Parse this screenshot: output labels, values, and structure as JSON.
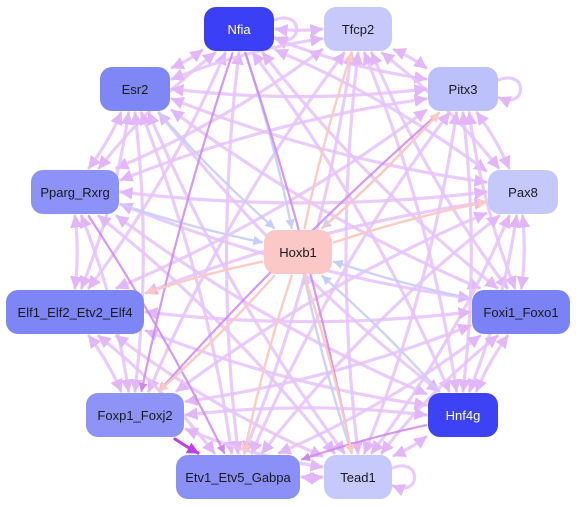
{
  "diagram": {
    "nodes": [
      {
        "id": "Nfia",
        "label": "Nfia",
        "color": "#3b3ff5",
        "light_text": true
      },
      {
        "id": "Tfcp2",
        "label": "Tfcp2",
        "color": "#c7c9fb",
        "light_text": false
      },
      {
        "id": "Esr2",
        "label": "Esr2",
        "color": "#7f86f6",
        "light_text": false
      },
      {
        "id": "Pitx3",
        "label": "Pitx3",
        "color": "#bcc0fb",
        "light_text": false
      },
      {
        "id": "Pparg_Rxrg",
        "label": "Pparg_Rxrg",
        "color": "#8c92f7",
        "light_text": false
      },
      {
        "id": "Pax8",
        "label": "Pax8",
        "color": "#c5c8fb",
        "light_text": false
      },
      {
        "id": "Hoxb1",
        "label": "Hoxb1",
        "color": "#fbc7c7",
        "light_text": false
      },
      {
        "id": "Elf1_Elf2_Etv2_Elf4",
        "label": "Elf1_Elf2_Etv2_Elf4",
        "color": "#7e85f6",
        "light_text": false
      },
      {
        "id": "Foxi1_Foxo1",
        "label": "Foxi1_Foxo1",
        "color": "#7a82f6",
        "light_text": false
      },
      {
        "id": "Foxp1_Foxj2",
        "label": "Foxp1_Foxj2",
        "color": "#8d93f7",
        "light_text": false
      },
      {
        "id": "Hnf4g",
        "label": "Hnf4g",
        "color": "#3d42f4",
        "light_text": true
      },
      {
        "id": "Etv1_Etv5_Gabpa",
        "label": "Etv1_Etv5_Gabpa",
        "color": "#8a90f7",
        "light_text": false
      },
      {
        "id": "Tead1",
        "label": "Tead1",
        "color": "#c6c9fb",
        "light_text": false
      }
    ],
    "edge_colors": {
      "activation": "#e6c3fb",
      "strong": "#cf86f2",
      "repression": "#c9cdf9",
      "hoxb1_target": "#fdc8c0",
      "highlight": "#c03ee8"
    },
    "edges": [
      {
        "from": "Nfia",
        "to": "Nfia",
        "type": "activation",
        "self_loop": true
      },
      {
        "from": "Pitx3",
        "to": "Pitx3",
        "type": "activation",
        "self_loop": true
      },
      {
        "from": "Tead1",
        "to": "Tead1",
        "type": "activation",
        "self_loop": true
      },
      {
        "from": "Nfia",
        "to": "Tfcp2",
        "type": "activation"
      },
      {
        "from": "Nfia",
        "to": "Esr2",
        "type": "activation"
      },
      {
        "from": "Nfia",
        "to": "Pitx3",
        "type": "activation"
      },
      {
        "from": "Nfia",
        "to": "Pax8",
        "type": "activation"
      },
      {
        "from": "Nfia",
        "to": "Foxp1_Foxj2",
        "type": "strong"
      },
      {
        "from": "Nfia",
        "to": "Etv1_Etv5_Gabpa",
        "type": "activation"
      },
      {
        "from": "Nfia",
        "to": "Tead1",
        "type": "strong"
      },
      {
        "from": "Nfia",
        "to": "Hnf4g",
        "type": "activation"
      },
      {
        "from": "Nfia",
        "to": "Foxi1_Foxo1",
        "type": "activation"
      },
      {
        "from": "Nfia",
        "to": "Elf1_Elf2_Etv2_Elf4",
        "type": "activation"
      },
      {
        "from": "Nfia",
        "to": "Pparg_Rxrg",
        "type": "activation"
      },
      {
        "from": "Tfcp2",
        "to": "Pitx3",
        "type": "activation"
      },
      {
        "from": "Tfcp2",
        "to": "Esr2",
        "type": "activation"
      },
      {
        "from": "Tfcp2",
        "to": "Pparg_Rxrg",
        "type": "activation"
      },
      {
        "from": "Tfcp2",
        "to": "Foxp1_Foxj2",
        "type": "activation"
      },
      {
        "from": "Tfcp2",
        "to": "Etv1_Etv5_Gabpa",
        "type": "activation"
      },
      {
        "from": "Tfcp2",
        "to": "Tead1",
        "type": "activation"
      },
      {
        "from": "Tfcp2",
        "to": "Hnf4g",
        "type": "activation"
      },
      {
        "from": "Tfcp2",
        "to": "Foxi1_Foxo1",
        "type": "activation"
      },
      {
        "from": "Tfcp2",
        "to": "Pax8",
        "type": "activation"
      },
      {
        "from": "Esr2",
        "to": "Pitx3",
        "type": "activation"
      },
      {
        "from": "Esr2",
        "to": "Pparg_Rxrg",
        "type": "activation"
      },
      {
        "from": "Esr2",
        "to": "Pax8",
        "type": "activation"
      },
      {
        "from": "Esr2",
        "to": "Elf1_Elf2_Etv2_Elf4",
        "type": "activation"
      },
      {
        "from": "Esr2",
        "to": "Foxi1_Foxo1",
        "type": "activation"
      },
      {
        "from": "Esr2",
        "to": "Foxp1_Foxj2",
        "type": "activation"
      },
      {
        "from": "Esr2",
        "to": "Hnf4g",
        "type": "activation"
      },
      {
        "from": "Esr2",
        "to": "Etv1_Etv5_Gabpa",
        "type": "activation"
      },
      {
        "from": "Esr2",
        "to": "Tead1",
        "type": "activation"
      },
      {
        "from": "Pitx3",
        "to": "Pax8",
        "type": "activation"
      },
      {
        "from": "Pitx3",
        "to": "Pparg_Rxrg",
        "type": "activation"
      },
      {
        "from": "Pitx3",
        "to": "Elf1_Elf2_Etv2_Elf4",
        "type": "activation"
      },
      {
        "from": "Pitx3",
        "to": "Foxi1_Foxo1",
        "type": "activation"
      },
      {
        "from": "Pitx3",
        "to": "Foxp1_Foxj2",
        "type": "strong"
      },
      {
        "from": "Pitx3",
        "to": "Hnf4g",
        "type": "activation"
      },
      {
        "from": "Pitx3",
        "to": "Etv1_Etv5_Gabpa",
        "type": "activation"
      },
      {
        "from": "Pitx3",
        "to": "Tead1",
        "type": "activation"
      },
      {
        "from": "Pparg_Rxrg",
        "to": "Pax8",
        "type": "activation"
      },
      {
        "from": "Pparg_Rxrg",
        "to": "Elf1_Elf2_Etv2_Elf4",
        "type": "activation"
      },
      {
        "from": "Pparg_Rxrg",
        "to": "Foxi1_Foxo1",
        "type": "activation"
      },
      {
        "from": "Pparg_Rxrg",
        "to": "Foxp1_Foxj2",
        "type": "activation"
      },
      {
        "from": "Pparg_Rxrg",
        "to": "Hnf4g",
        "type": "activation"
      },
      {
        "from": "Pparg_Rxrg",
        "to": "Etv1_Etv5_Gabpa",
        "type": "strong"
      },
      {
        "from": "Pparg_Rxrg",
        "to": "Tead1",
        "type": "activation"
      },
      {
        "from": "Pax8",
        "to": "Elf1_Elf2_Etv2_Elf4",
        "type": "activation"
      },
      {
        "from": "Pax8",
        "to": "Foxi1_Foxo1",
        "type": "activation"
      },
      {
        "from": "Pax8",
        "to": "Foxp1_Foxj2",
        "type": "activation"
      },
      {
        "from": "Pax8",
        "to": "Hnf4g",
        "type": "activation"
      },
      {
        "from": "Pax8",
        "to": "Etv1_Etv5_Gabpa",
        "type": "activation"
      },
      {
        "from": "Pax8",
        "to": "Tead1",
        "type": "activation"
      },
      {
        "from": "Elf1_Elf2_Etv2_Elf4",
        "to": "Foxi1_Foxo1",
        "type": "activation"
      },
      {
        "from": "Elf1_Elf2_Etv2_Elf4",
        "to": "Foxp1_Foxj2",
        "type": "activation"
      },
      {
        "from": "Elf1_Elf2_Etv2_Elf4",
        "to": "Hnf4g",
        "type": "activation"
      },
      {
        "from": "Elf1_Elf2_Etv2_Elf4",
        "to": "Etv1_Etv5_Gabpa",
        "type": "activation"
      },
      {
        "from": "Elf1_Elf2_Etv2_Elf4",
        "to": "Tead1",
        "type": "activation"
      },
      {
        "from": "Foxi1_Foxo1",
        "to": "Foxp1_Foxj2",
        "type": "activation"
      },
      {
        "from": "Foxi1_Foxo1",
        "to": "Hnf4g",
        "type": "activation"
      },
      {
        "from": "Foxi1_Foxo1",
        "to": "Etv1_Etv5_Gabpa",
        "type": "activation"
      },
      {
        "from": "Foxi1_Foxo1",
        "to": "Tead1",
        "type": "activation"
      },
      {
        "from": "Foxp1_Foxj2",
        "to": "Hnf4g",
        "type": "activation"
      },
      {
        "from": "Foxp1_Foxj2",
        "to": "Etv1_Etv5_Gabpa",
        "type": "highlight"
      },
      {
        "from": "Foxp1_Foxj2",
        "to": "Tead1",
        "type": "activation"
      },
      {
        "from": "Hnf4g",
        "to": "Etv1_Etv5_Gabpa",
        "type": "strong"
      },
      {
        "from": "Hnf4g",
        "to": "Tead1",
        "type": "activation"
      },
      {
        "from": "Etv1_Etv5_Gabpa",
        "to": "Tead1",
        "type": "activation"
      },
      {
        "from": "Hoxb1",
        "to": "Tfcp2",
        "type": "hoxb1_target"
      },
      {
        "from": "Hoxb1",
        "to": "Pitx3",
        "type": "hoxb1_target"
      },
      {
        "from": "Hoxb1",
        "to": "Pax8",
        "type": "hoxb1_target"
      },
      {
        "from": "Hoxb1",
        "to": "Elf1_Elf2_Etv2_Elf4",
        "type": "hoxb1_target"
      },
      {
        "from": "Hoxb1",
        "to": "Foxp1_Foxj2",
        "type": "hoxb1_target"
      },
      {
        "from": "Hoxb1",
        "to": "Etv1_Etv5_Gabpa",
        "type": "hoxb1_target"
      },
      {
        "from": "Hoxb1",
        "to": "Tead1",
        "type": "hoxb1_target"
      },
      {
        "from": "Nfia",
        "to": "Hoxb1",
        "type": "repression"
      },
      {
        "from": "Esr2",
        "to": "Hoxb1",
        "type": "repression"
      },
      {
        "from": "Pitx3",
        "to": "Hoxb1",
        "type": "repression"
      },
      {
        "from": "Pparg_Rxrg",
        "to": "Hoxb1",
        "type": "repression"
      },
      {
        "from": "Foxi1_Foxo1",
        "to": "Hoxb1",
        "type": "repression"
      },
      {
        "from": "Hnf4g",
        "to": "Hoxb1",
        "type": "repression"
      },
      {
        "from": "Tead1",
        "to": "Hoxb1",
        "type": "repression"
      }
    ]
  }
}
